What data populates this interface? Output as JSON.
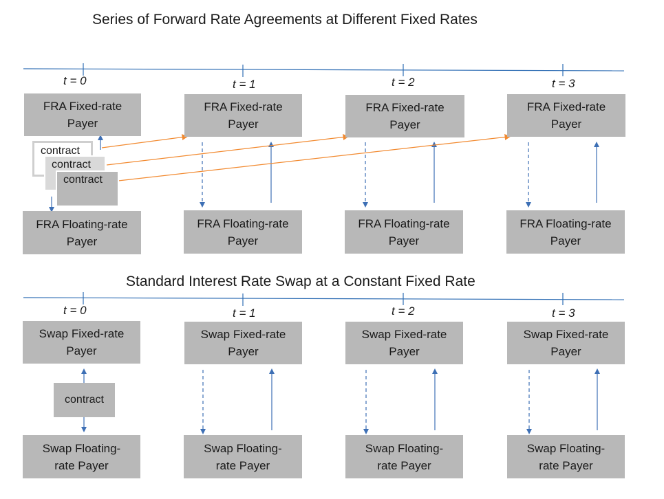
{
  "top": {
    "title": "Series of Forward Rate Agreements at Different Fixed Rates",
    "ticks": [
      "t = 0",
      "t = 1",
      "t = 2",
      "t = 3"
    ],
    "fixed_payer": "FRA Fixed-rate Payer",
    "floating_payer": "FRA Floating-rate Payer",
    "contract": "contract"
  },
  "bottom": {
    "title": "Standard Interest Rate Swap at a Constant Fixed Rate",
    "ticks": [
      "t = 0",
      "t = 1",
      "t = 2",
      "t = 3"
    ],
    "fixed_payer": "Swap Fixed-rate Payer",
    "floating_payer": "Swap Floating-rate Payer",
    "contract": "contract"
  },
  "colors": {
    "timeline": "#2e6db4",
    "arrow_blue": "#3d6fb5",
    "arrow_orange": "#f28a30",
    "box_fill": "#b8b8b8"
  }
}
